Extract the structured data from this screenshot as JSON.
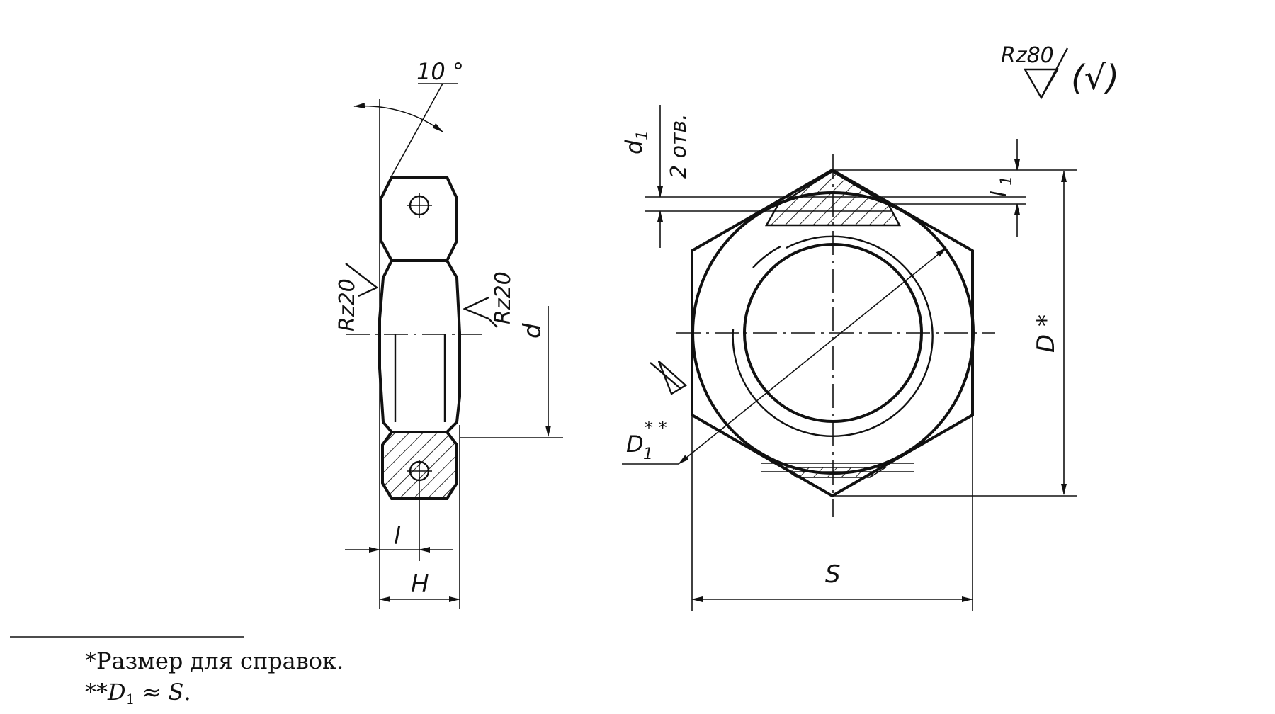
{
  "angle_label": "10 °",
  "roughness": {
    "overall": "Rz80",
    "overall_tail": "(√)",
    "left_face": "Rz20",
    "right_face": "Rz20"
  },
  "dims": {
    "d": "d",
    "l": "l",
    "H": "H",
    "d1": "d",
    "d1_sub": "1",
    "holes": "2 отв.",
    "l1": "l",
    "l1_sub": "1",
    "D": "D *",
    "D1": "D",
    "D1_sub": "1",
    "D1_star": "* *",
    "S": "S"
  },
  "footnotes": {
    "note1": "*Размер для справок.",
    "note2_prefix": "**",
    "note2_sym": "D",
    "note2_sub": "1",
    "note2_rest": " ≈ ",
    "note2_S": "S",
    "note2_end": "."
  },
  "colors": {
    "ink": "#111111",
    "paper": "#ffffff"
  }
}
